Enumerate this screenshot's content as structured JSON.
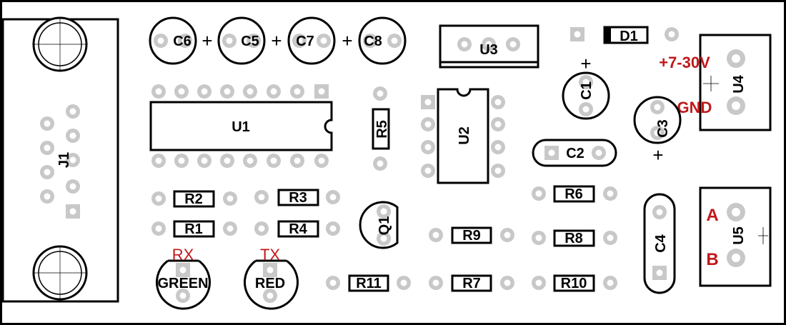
{
  "board": {
    "connectors": {
      "j1": "J1",
      "u4": "U4",
      "u5": "U5"
    },
    "power_labels": {
      "vin": "+7-30V",
      "gnd": "GND"
    },
    "bus_labels": {
      "a": "A",
      "b": "B"
    },
    "chips": {
      "u1": "U1",
      "u2": "U2",
      "u3": "U3",
      "q1": "Q1",
      "d1": "D1"
    },
    "capacitors": {
      "c1": "C1",
      "c2": "C2",
      "c3": "C3",
      "c4": "C4",
      "c5": "C5",
      "c6": "C6",
      "c7": "C7",
      "c8": "C8"
    },
    "resistors": {
      "r1": "R1",
      "r2": "R2",
      "r3": "R3",
      "r4": "R4",
      "r5": "R5",
      "r6": "R6",
      "r7": "R7",
      "r8": "R8",
      "r9": "R9",
      "r10": "R10",
      "r11": "R11"
    },
    "leds": {
      "rx_signal": "RX",
      "tx_signal": "TX",
      "rx_color": "GREEN",
      "tx_color": "RED"
    },
    "polarity_mark": "+"
  },
  "colors": {
    "outline": "#000000",
    "pad": "#c8c8c8",
    "hole": "#ffffff",
    "label_red": "#c0181a",
    "background": "#ffffff"
  }
}
